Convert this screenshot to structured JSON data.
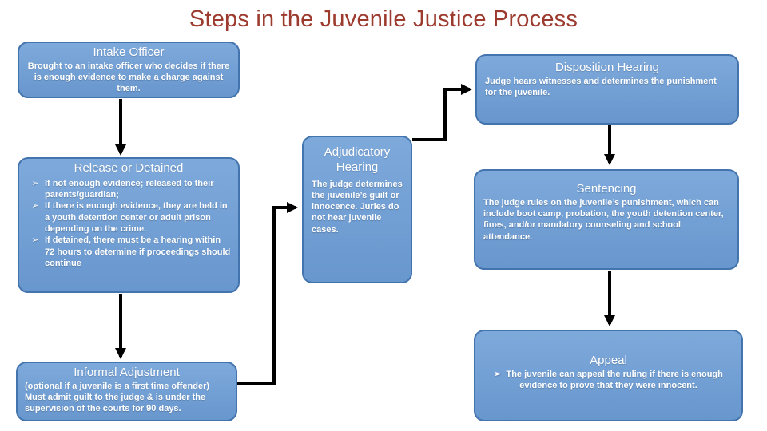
{
  "slide": {
    "title": "Steps in the Juvenile Justice Process",
    "title_color": "#9c3a2e",
    "background_color": "#ffffff"
  },
  "colors": {
    "box_fill": "#6b9bd2",
    "box_border": "#4374ad",
    "box_text": "#ffffff",
    "arrow": "#000000"
  },
  "bullet_char": "➢",
  "boxes": {
    "intake": {
      "title": "Intake Officer",
      "body": "Brought to an intake officer who decides if there is enough evidence to make a charge against them."
    },
    "release": {
      "title": "Release or Detained",
      "bullets": [
        "If not enough evidence; released to their parents/guardian;",
        "If there is enough evidence, they are held in a youth detention center or adult prison depending on the crime.",
        "If detained, there must be a hearing within 72 hours to determine if proceedings should continue"
      ]
    },
    "informal": {
      "title": "Informal Adjustment",
      "body": "(optional if a juvenile is a first time offender) Must admit guilt to the judge & is under the supervision of the courts for 90 days."
    },
    "adjudicatory": {
      "title": "Adjudicatory Hearing",
      "body": "The judge determines the juvenile’s guilt or innocence. Juries do not hear juvenile cases."
    },
    "disposition": {
      "title": "Disposition Hearing",
      "body": "Judge hears witnesses and determines the punishment for the juvenile."
    },
    "sentencing": {
      "title": "Sentencing",
      "body": "The judge rules on the juvenile’s punishment, which can include boot camp, probation, the youth detention center, fines, and/or mandatory counseling and school attendance."
    },
    "appeal": {
      "title": "Appeal",
      "body": "The juvenile can appeal the ruling if there is enough evidence to prove that they were innocent."
    }
  }
}
